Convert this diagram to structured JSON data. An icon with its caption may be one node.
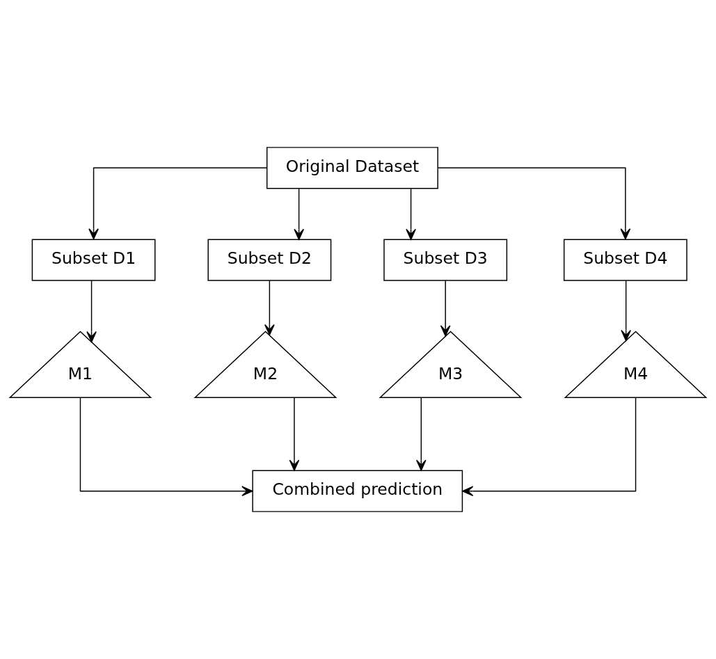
{
  "diagram": {
    "nodes": [
      {
        "text": [
          "Original Dataset"
        ]
      },
      {
        "text": [
          "Subset D1"
        ]
      },
      {
        "text": [
          "Subset D2"
        ]
      },
      {
        "text": [
          "Subset D3"
        ]
      },
      {
        "text": [
          "Subset D4"
        ]
      },
      {
        "text": [
          "M1"
        ]
      },
      {
        "text": [
          "M2"
        ]
      },
      {
        "text": [
          "M3"
        ]
      },
      {
        "text": [
          "M4"
        ]
      },
      {
        "text": [
          "Combined prediction"
        ]
      }
    ],
    "edges": [
      {
        "from": 0,
        "to": 1,
        "arrow": "to"
      },
      {
        "from": 0,
        "to": 2,
        "arrow": "to"
      },
      {
        "from": 0,
        "to": 3,
        "arrow": "to"
      },
      {
        "from": 0,
        "to": 4,
        "arrow": "to"
      },
      {
        "from": 1,
        "to": 5,
        "arrow": "to"
      },
      {
        "from": 2,
        "to": 6,
        "arrow": "to"
      },
      {
        "from": 3,
        "to": 7,
        "arrow": "to"
      },
      {
        "from": 4,
        "to": 8,
        "arrow": "to"
      },
      {
        "from": 5,
        "to": 9,
        "arrow": "to"
      },
      {
        "from": 6,
        "to": 9,
        "arrow": "to"
      },
      {
        "from": 7,
        "to": 9,
        "arrow": "to"
      },
      {
        "from": 8,
        "to": 9,
        "arrow": "to"
      }
    ]
  }
}
